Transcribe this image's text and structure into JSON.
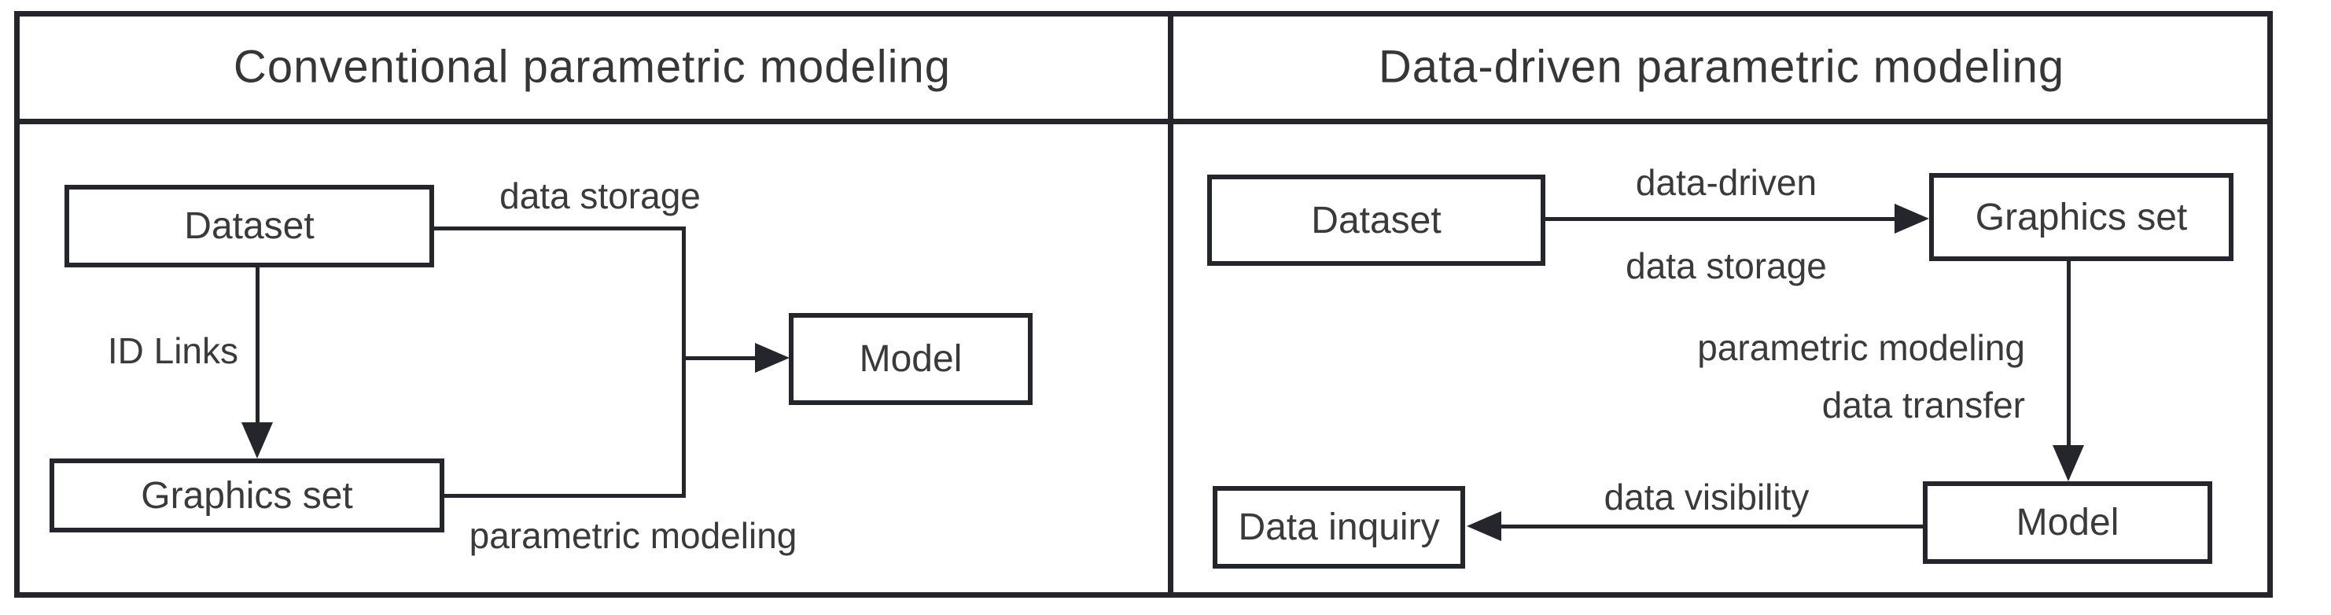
{
  "figure": {
    "colors": {
      "line": "#24262b",
      "text": "#3a3a3a",
      "background": "#ffffff"
    },
    "panels": [
      {
        "title": "Conventional parametric modeling",
        "nodes": {
          "dataset": "Dataset",
          "graphics_set": "Graphics set",
          "model": "Model"
        },
        "edge_labels": {
          "data_storage": "data storage",
          "id_links": "ID Links",
          "parametric_modeling": "parametric modeling"
        }
      },
      {
        "title": "Data-driven parametric modeling",
        "nodes": {
          "dataset": "Dataset",
          "graphics_set": "Graphics set",
          "model": "Model",
          "data_inquiry": "Data inquiry"
        },
        "edge_labels": {
          "data_driven": "data-driven",
          "data_storage": "data storage",
          "parametric_modeling": "parametric modeling",
          "data_transfer": "data transfer",
          "data_visibility": "data visibility"
        }
      }
    ]
  }
}
